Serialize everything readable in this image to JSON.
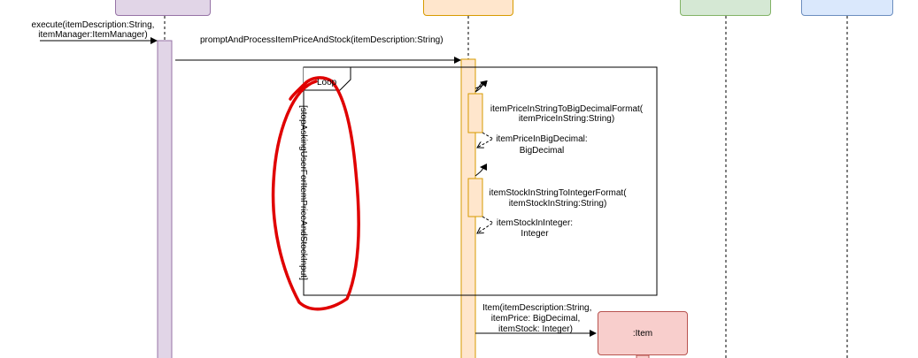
{
  "messages": {
    "execute_line1": "execute(itemDescription:String,",
    "execute_line2": "itemManager:ItemManager)",
    "prompt": "promptAndProcessItemPriceAndStock(itemDescription:String)",
    "price_convert_line1": "itemPriceInStringToBigDecimalFormat(",
    "price_convert_line2": "itemPriceInString:String)",
    "price_return_line1": "itemPriceInBigDecimal:",
    "price_return_line2": "BigDecimal",
    "stock_convert_line1": "itemStockInStringToIntegerFormat(",
    "stock_convert_line2": "itemStockInString:String)",
    "stock_return_line1": "itemStockInInteger:",
    "stock_return_line2": "Integer",
    "item_create_line1": "Item(itemDescription:String,",
    "item_create_line2": "itemPrice: BigDecimal,",
    "item_create_line3": "itemStock: Integer)"
  },
  "loop": {
    "label": "Loop",
    "guard": "[stopAskingUserForItemPriceAndStockInput]"
  },
  "item_object": {
    "label": ":Item"
  },
  "colors": {
    "lifeline_purple_fill": "#e1d5e7",
    "lifeline_purple_stroke": "#9673a6",
    "lifeline_orange_fill": "#ffe6cc",
    "lifeline_orange_stroke": "#d79b00",
    "lifeline_green_fill": "#d5e8d4",
    "lifeline_green_stroke": "#82b366",
    "lifeline_blue_fill": "#dae8fc",
    "lifeline_blue_stroke": "#6c8ebf",
    "item_fill": "#f8cecc",
    "item_stroke": "#b85450",
    "annotation_red": "#e00000"
  }
}
